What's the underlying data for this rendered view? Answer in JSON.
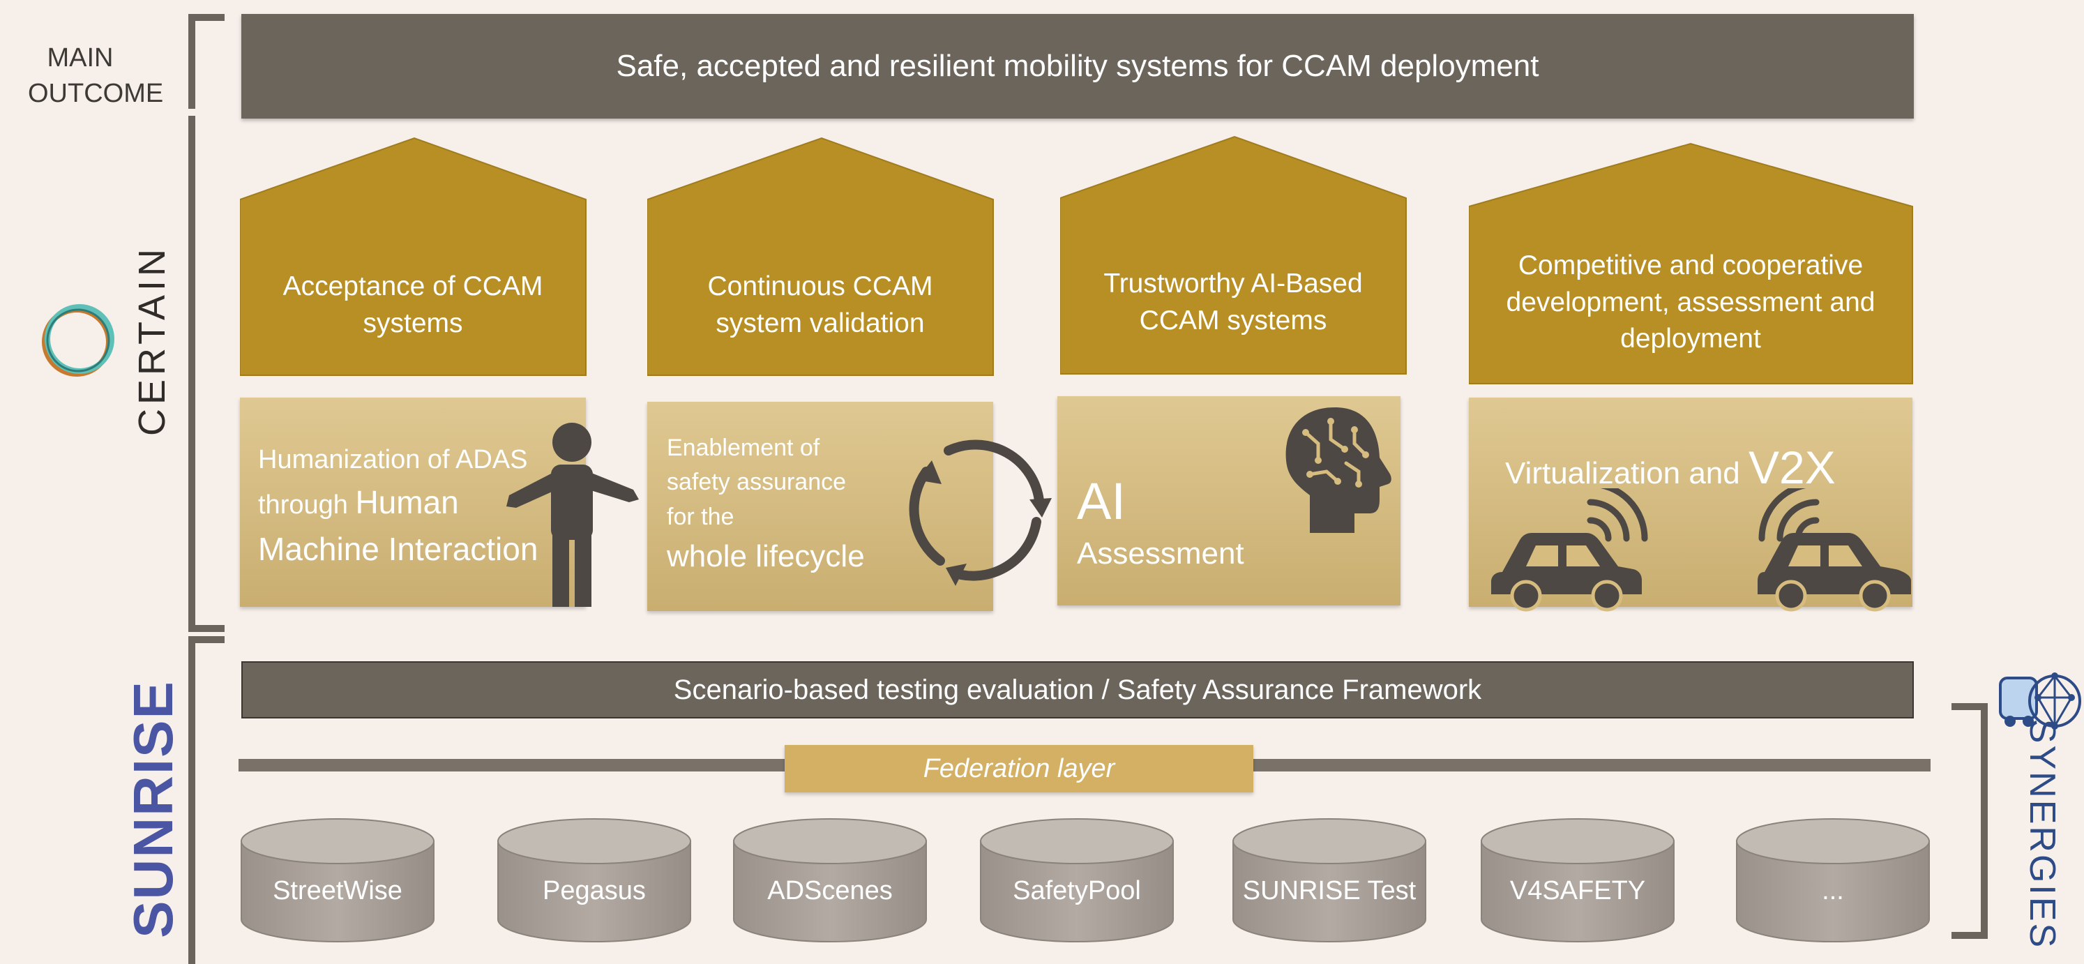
{
  "labels": {
    "main_outcome_line1": "MAIN",
    "main_outcome_line2": "OUTCOME",
    "certain": "CERTAIN",
    "sunrise": "SUNRISE",
    "synergies": "SYNERGIES"
  },
  "main_outcome": "Safe, accepted and resilient mobility systems for CCAM deployment",
  "pillars": [
    {
      "lines": [
        "Acceptance of CCAM",
        "systems"
      ]
    },
    {
      "lines": [
        "Continuous CCAM",
        "system validation"
      ]
    },
    {
      "lines": [
        "Trustworthy AI-Based",
        "CCAM systems"
      ]
    },
    {
      "lines": [
        "Competitive and cooperative",
        "development, assessment and",
        "deployment"
      ]
    }
  ],
  "boxes": {
    "hmi": {
      "l1a": "Humanization of ADAS",
      "l2a": "through ",
      "l2b": "Human",
      "l3": "Machine Interaction"
    },
    "lifecycle": {
      "l1": "Enablement of",
      "l2": "safety assurance",
      "l3": "for the",
      "l4": "whole lifecycle"
    },
    "ai": {
      "l1": "AI",
      "l2": "Assessment"
    },
    "v2x": {
      "l1a": "Virtualization and ",
      "l1b": "V2X"
    }
  },
  "framework": "Scenario-based testing evaluation / Safety Assurance Framework",
  "federation": "Federation layer",
  "databases": [
    "StreetWise",
    "Pegasus",
    "ADScenes",
    "SafetyPool",
    "SUNRISE Test",
    "V4SAFETY",
    "..."
  ],
  "colors": {
    "background": "#f7efea",
    "dark_bar": "#6c655c",
    "pillar": "#b78f24",
    "box_gold": "#d6bc7f",
    "cylinder": "#aca49c",
    "sunrise_blue": "#4a56a3"
  }
}
